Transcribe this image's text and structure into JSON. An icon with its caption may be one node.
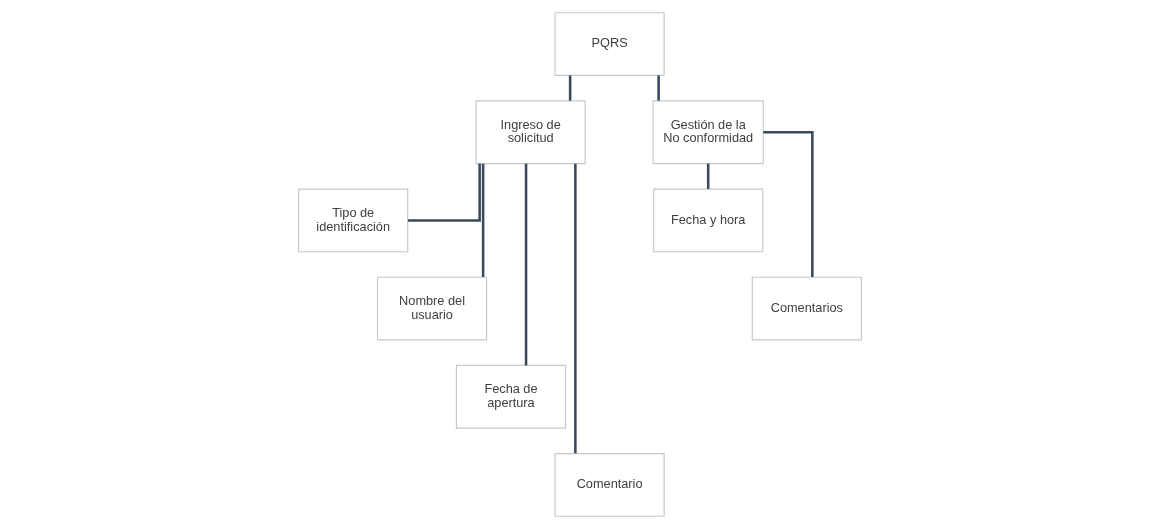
{
  "diagram": {
    "nodes": [
      {
        "text": [
          "PQRS"
        ]
      },
      {
        "text": [
          "Ingreso de solicitud"
        ]
      },
      {
        "text": [
          "Gestión de la No conformidad"
        ]
      },
      {
        "text": [
          "Tipo de identificación"
        ]
      },
      {
        "text": [
          "Nombre del usuario"
        ]
      },
      {
        "text": [
          "Fecha de apertura"
        ]
      },
      {
        "text": [
          "Comentario"
        ]
      },
      {
        "text": [
          "Fecha y hora"
        ]
      },
      {
        "text": [
          "Comentarios"
        ]
      }
    ],
    "edges": [
      {
        "from": 0,
        "to": 1,
        "arrow": "none"
      },
      {
        "from": 0,
        "to": 2,
        "arrow": "none"
      },
      {
        "from": 1,
        "to": 3,
        "arrow": "none"
      },
      {
        "from": 1,
        "to": 4,
        "arrow": "none"
      },
      {
        "from": 1,
        "to": 5,
        "arrow": "none"
      },
      {
        "from": 1,
        "to": 6,
        "arrow": "none"
      },
      {
        "from": 2,
        "to": 7,
        "arrow": "none"
      },
      {
        "from": 2,
        "to": 8,
        "arrow": "none"
      }
    ]
  }
}
